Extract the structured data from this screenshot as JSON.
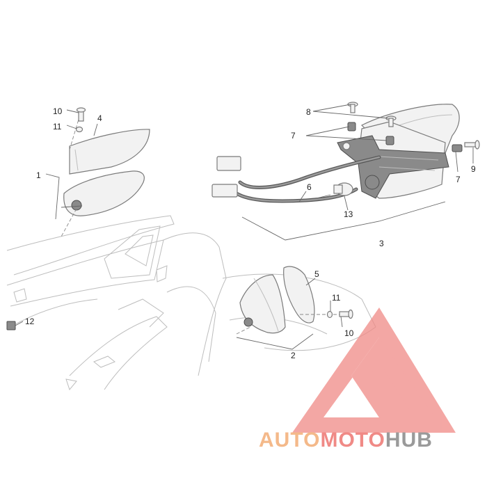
{
  "callouts": {
    "c1": "1",
    "c2": "2",
    "c3": "3",
    "c4": "4",
    "c5": "5",
    "c6": "6",
    "c7a": "7",
    "c7b": "7",
    "c8": "8",
    "c9": "9",
    "c10a": "10",
    "c10b": "10",
    "c11a": "11",
    "c11b": "11",
    "c12": "12",
    "c13": "13"
  },
  "watermark": {
    "part1": "AUTO",
    "part2": "MOTO",
    "part3": "HUB",
    "colors": {
      "auto": "#f4b98a",
      "moto": "#f08a86",
      "hub": "#9a9a9a",
      "triangle": "#f08a86"
    }
  }
}
